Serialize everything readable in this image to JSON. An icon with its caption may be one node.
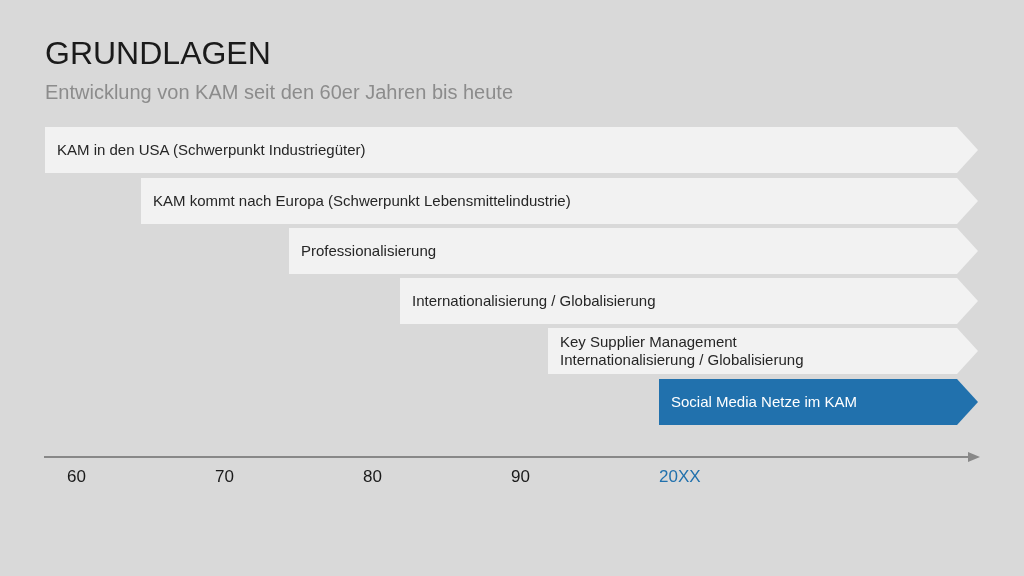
{
  "diagram": {
    "title": "GRUNDLAGEN",
    "nodes": [
      {
        "text": [
          "KAM in den USA (Schwerpunkt Industriegüter)"
        ]
      },
      {
        "text": [
          "KAM kommt nach Europa (Schwerpunkt Lebensmittelindustrie)"
        ]
      },
      {
        "text": [
          "Professionalisierung"
        ]
      },
      {
        "text": [
          "Internationalisierung / Globalisierung"
        ]
      },
      {
        "text": [
          "Key Supplier Management",
          "Internationalisierung / Globalisierung"
        ]
      },
      {
        "text": [
          "Social Media Netze im KAM"
        ]
      }
    ],
    "edges": [],
    "labels": [
      "Entwicklung von KAM seit den 60er Jahren bis heute",
      "60",
      "70",
      "80",
      "90",
      "20XX"
    ]
  }
}
